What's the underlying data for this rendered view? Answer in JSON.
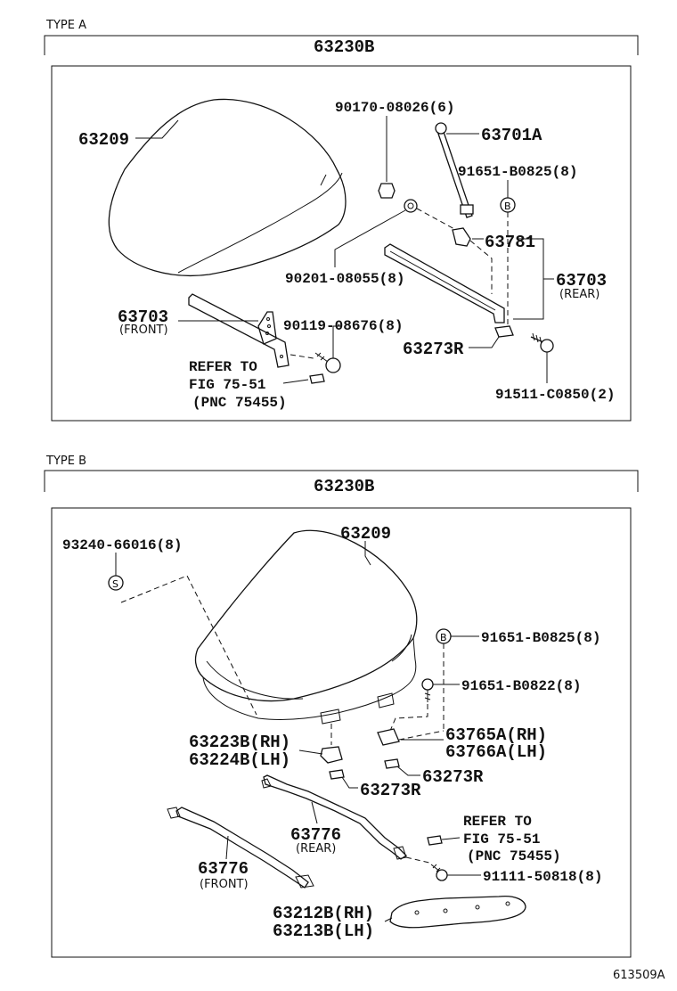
{
  "footer_code": "613509A",
  "type_a": {
    "header": "TYPE A",
    "assembly": "63230B",
    "labels": {
      "cover": "63209",
      "nut_90170": "90170-08026(6)",
      "bar_63701a": "63701A",
      "screw_91651": "91651-B0825(8)",
      "bracket_63781": "63781",
      "washer_90201": "90201-08055(8)",
      "rear_63703": "63703",
      "rear_note": "(REAR)",
      "front_63703": "63703",
      "front_note": "(FRONT)",
      "bolt_90119": "90119-08676(8)",
      "spacer_63273r": "63273R",
      "refer_1": "REFER TO",
      "refer_2": "FIG 75-51",
      "refer_3": "(PNC 75455)",
      "bolt_91511": "91511-C0850(2)"
    }
  },
  "type_b": {
    "header": "TYPE B",
    "assembly": "63230B",
    "labels": {
      "cover": "63209",
      "clip_93240": "93240-66016(8)",
      "screw_91651_0825": "91651-B0825(8)",
      "screw_91651_0822": "91651-B0822(8)",
      "bracket_rh": "63223B(RH)",
      "bracket_lh": "63224B(LH)",
      "bracket_63765a": "63765A(RH)",
      "bracket_63766a": "63766A(LH)",
      "spacer_right": "63273R",
      "spacer_left": "63273R",
      "rear_63776": "63776",
      "rear_note": "(REAR)",
      "front_63776": "63776",
      "front_note": "(FRONT)",
      "refer_1": "REFER TO",
      "refer_2": "FIG 75-51",
      "refer_3": "(PNC 75455)",
      "screw_91111": "91111-50818(8)",
      "plate_rh": "63212B(RH)",
      "plate_lh": "63213B(LH)"
    }
  }
}
